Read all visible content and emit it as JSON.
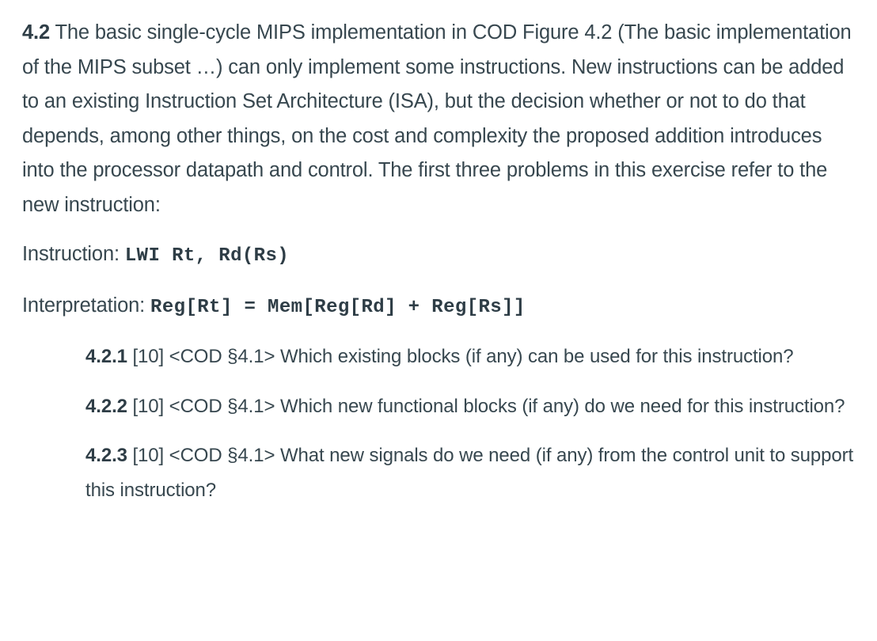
{
  "exercise": {
    "number": "4.2",
    "intro_text": " The basic single-cycle MIPS implementation in COD Figure 4.2 (The basic implementation of the MIPS subset …) can only implement some instructions. New instructions can be added to an existing Instruction Set Architecture (ISA), but the decision whether or not to do that depends, among other things, on the cost and complexity the proposed addition introduces into the processor datapath and control. The first three problems in this exercise refer to the new instruction:",
    "instruction": {
      "label": "Instruction: ",
      "code": "LWI Rt, Rd(Rs)"
    },
    "interpretation": {
      "label": "Interpretation: ",
      "code": "Reg[Rt] = Mem[Reg[Rd] + Reg[Rs]]"
    },
    "subparts": [
      {
        "number": "4.2.1",
        "text": " [10] <COD §4.1> Which existing blocks (if any) can be used for this instruction?"
      },
      {
        "number": "4.2.2",
        "text": " [10] <COD §4.1> Which new functional blocks (if any) do we need for this instruction?"
      },
      {
        "number": "4.2.3",
        "text": " [10] <COD §4.1> What new signals do we need (if any) from the control unit to support this instruction?"
      }
    ]
  },
  "colors": {
    "text": "#37474f",
    "bold_text": "#2e3d46",
    "background": "#ffffff"
  }
}
